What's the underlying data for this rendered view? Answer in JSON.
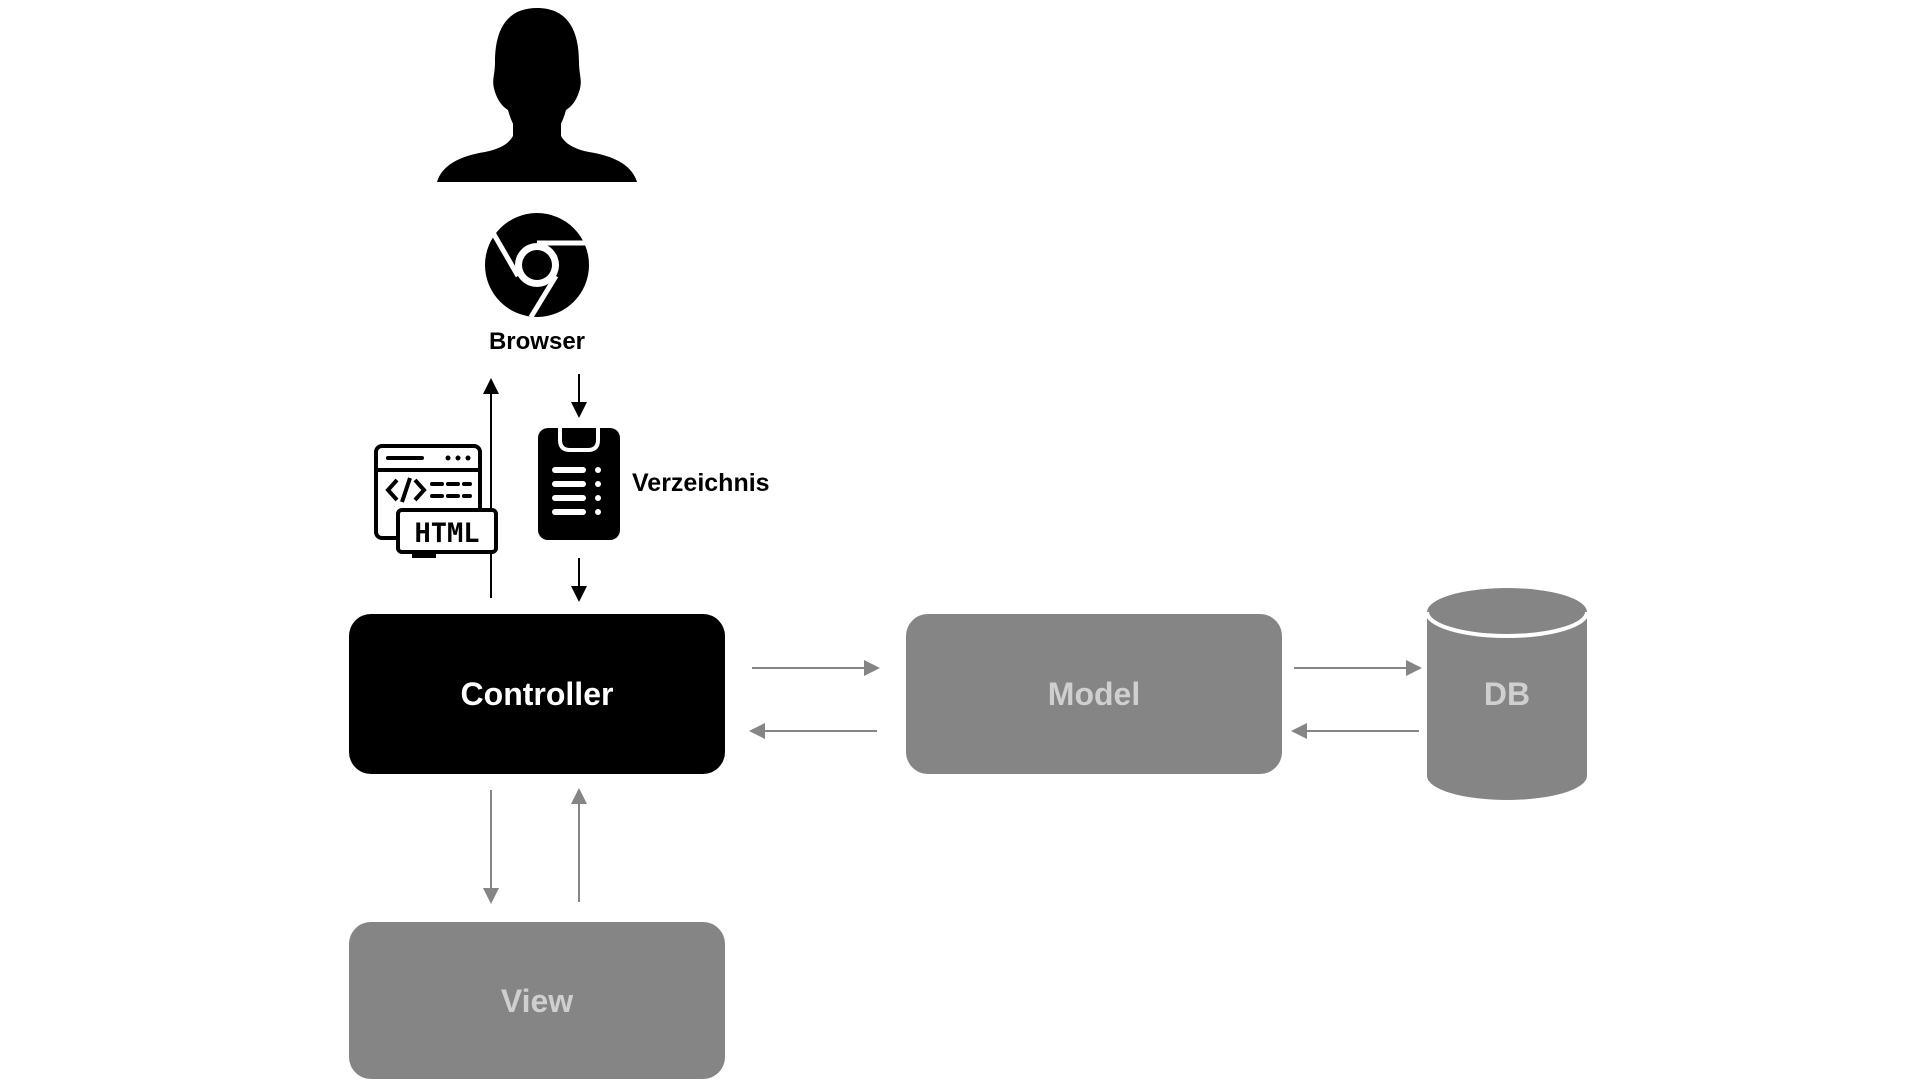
{
  "labels": {
    "browser": "Browser",
    "verzeichnis": "Verzeichnis",
    "html_badge": "HTML",
    "controller": "Controller",
    "model": "Model",
    "db": "DB",
    "view": "View"
  },
  "colors": {
    "background": "#ffffff",
    "primary": "#000000",
    "primary_text": "#ffffff",
    "inactive": "#858585",
    "inactive_text": "#cfcfcf",
    "arrow_active": "#000000",
    "arrow_inactive": "#858585"
  },
  "icons": {
    "user": "user-silhouette-icon",
    "browser": "chrome-browser-icon",
    "html": "html-code-window-icon",
    "directory": "clipboard-list-icon",
    "database": "database-cylinder-icon"
  }
}
